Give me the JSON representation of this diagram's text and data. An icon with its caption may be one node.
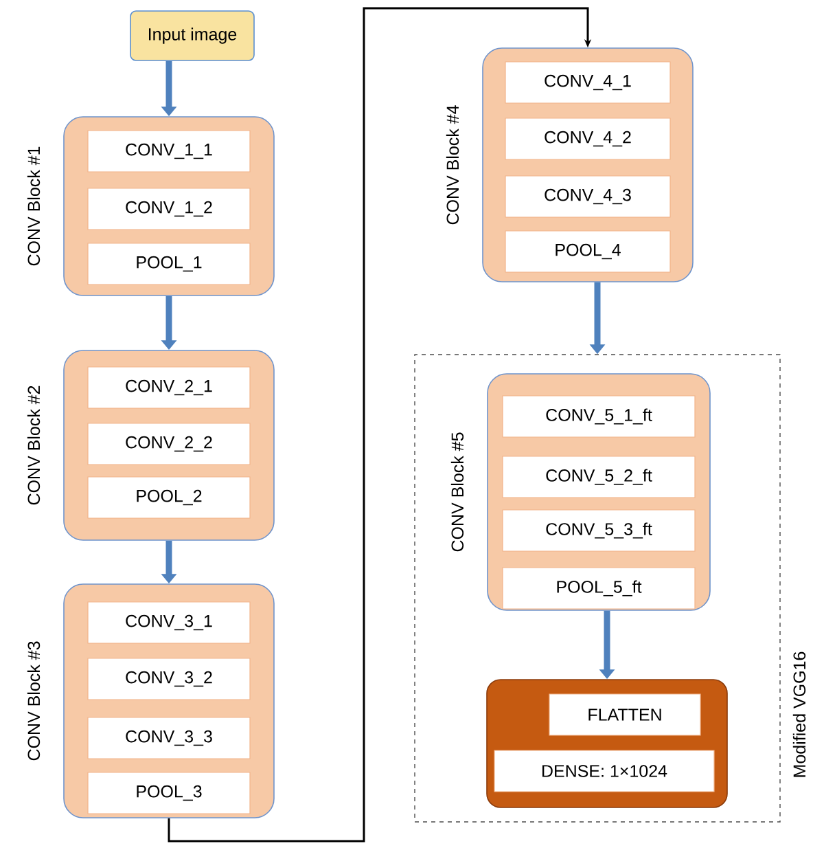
{
  "diagram": {
    "nodes": [
      {
        "text": [
          "Input image"
        ]
      },
      {
        "text": [
          "CONV Block #1"
        ]
      },
      {
        "text": [
          "CONV_1_1"
        ],
        "in": 1
      },
      {
        "text": [
          "CONV_1_2"
        ],
        "in": 1
      },
      {
        "text": [
          "POOL_1"
        ],
        "in": 1
      },
      {
        "text": [
          "CONV Block #2"
        ]
      },
      {
        "text": [
          "CONV_2_1"
        ],
        "in": 5
      },
      {
        "text": [
          "CONV_2_2"
        ],
        "in": 5
      },
      {
        "text": [
          "POOL_2"
        ],
        "in": 5
      },
      {
        "text": [
          "CONV Block #3"
        ]
      },
      {
        "text": [
          "CONV_3_1"
        ],
        "in": 9
      },
      {
        "text": [
          "CONV_3_2"
        ],
        "in": 9
      },
      {
        "text": [
          "CONV_3_3"
        ],
        "in": 9
      },
      {
        "text": [
          "POOL_3"
        ],
        "in": 9
      },
      {
        "text": [
          "CONV Block #4"
        ]
      },
      {
        "text": [
          "CONV_4_1"
        ],
        "in": 14
      },
      {
        "text": [
          "CONV_4_2"
        ],
        "in": 14
      },
      {
        "text": [
          "CONV_4_3"
        ],
        "in": 14
      },
      {
        "text": [
          "POOL_4"
        ],
        "in": 14
      },
      {
        "text": [
          "Modified VGG16"
        ]
      },
      {
        "text": [
          "CONV Block #5"
        ],
        "in": 19
      },
      {
        "text": [
          "CONV_5_1_ft"
        ],
        "in": 20
      },
      {
        "text": [
          "CONV_5_2_ft"
        ],
        "in": 20
      },
      {
        "text": [
          "CONV_5_3_ft"
        ],
        "in": 20
      },
      {
        "text": [
          "POOL_5_ft"
        ],
        "in": 20
      },
      {
        "text": [],
        "shape": "box",
        "in": 19
      },
      {
        "text": [
          "FLATTEN"
        ],
        "in": 25
      },
      {
        "text": [
          "DENSE: 1×1024"
        ],
        "in": 25
      }
    ],
    "edges": [
      {
        "from": 0,
        "to": 1,
        "arrow": "to"
      },
      {
        "from": 1,
        "to": 5,
        "arrow": "to"
      },
      {
        "from": 5,
        "to": 9,
        "arrow": "to"
      },
      {
        "from": 9,
        "to": 14,
        "arrow": "to",
        "color": "#000000"
      },
      {
        "from": 14,
        "to": 19,
        "arrow": "to"
      },
      {
        "from": 20,
        "to": 25,
        "arrow": "to"
      }
    ]
  }
}
